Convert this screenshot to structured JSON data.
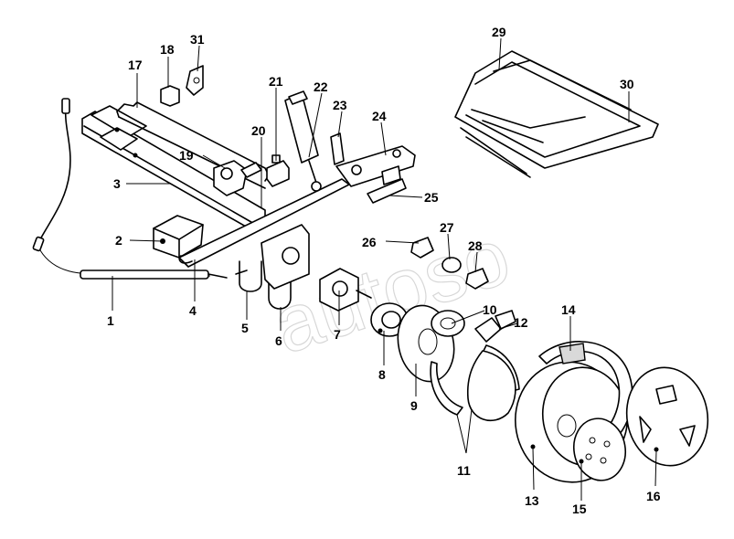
{
  "diagram": {
    "watermark": "autoso",
    "callouts": [
      "1",
      "2",
      "3",
      "4",
      "5",
      "6",
      "7",
      "8",
      "9",
      "10",
      "11",
      "12",
      "13",
      "14",
      "15",
      "16",
      "17",
      "18",
      "19",
      "20",
      "21",
      "22",
      "23",
      "24",
      "25",
      "26",
      "27",
      "28",
      "29",
      "30",
      "31"
    ]
  }
}
